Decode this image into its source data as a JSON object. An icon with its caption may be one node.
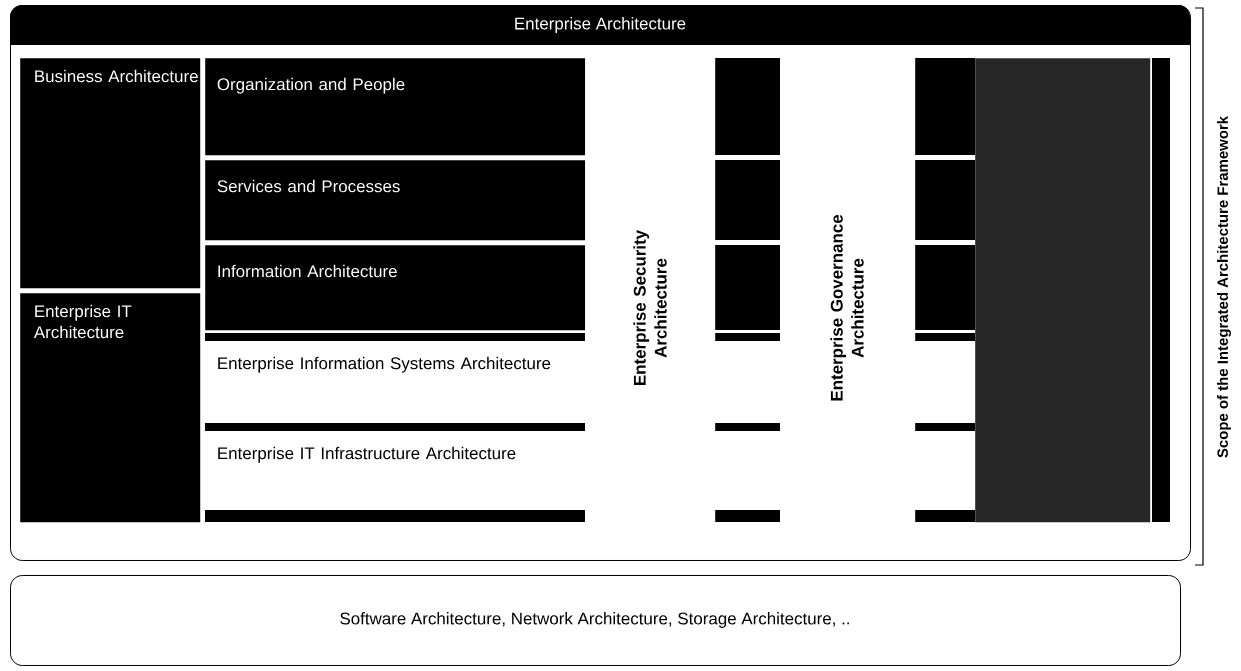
{
  "diagram": {
    "nodes": [
      {
        "text": [
          "Enterprise Architecture"
        ]
      },
      {
        "text": [
          "Business Architecture"
        ],
        "in": 0
      },
      {
        "text": [
          "Enterprise IT Architecture"
        ],
        "in": 0
      },
      {
        "text": [
          "Organization and People"
        ],
        "in": 0
      },
      {
        "text": [
          "Services and Processes"
        ],
        "in": 0
      },
      {
        "text": [
          "Information Architecture"
        ],
        "in": 0
      },
      {
        "text": [
          "Enterprise Information Systems Architecture"
        ],
        "in": 0
      },
      {
        "text": [
          "Enterprise IT Infrastructure Architecture"
        ],
        "in": 0
      },
      {
        "text": [
          "Enterprise Security Architecture"
        ],
        "in": 0
      },
      {
        "text": [
          "Enterprise Governance Architecture"
        ],
        "in": 0
      },
      {
        "text": [],
        "shape": "bar",
        "in": 0
      },
      {
        "text": [
          "Software Architecture, Network Architecture, Storage Architecture, .."
        ]
      }
    ],
    "labels": [
      "Scope of the Integrated Architecture Framework"
    ]
  }
}
